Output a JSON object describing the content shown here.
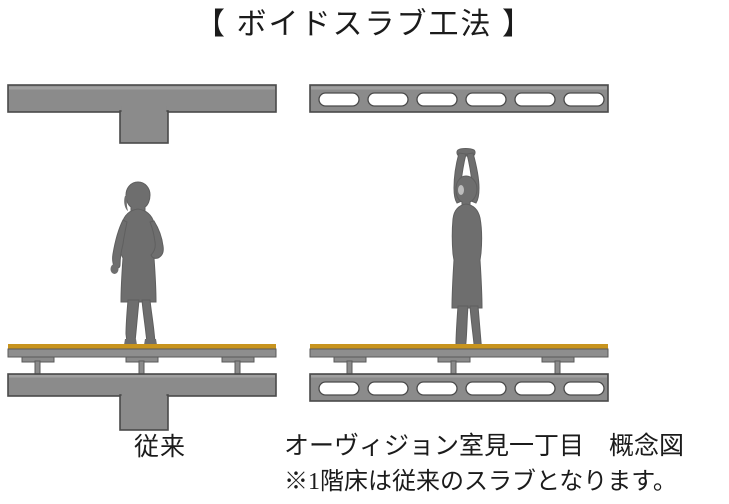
{
  "page": {
    "title": "【 ボイドスラブ工法 】",
    "background_color": "#ffffff",
    "text_color": "#1b1b1b"
  },
  "colors": {
    "concrete_fill": "#8b8b8b",
    "concrete_stroke": "#4a4a4a",
    "void_fill": "#ffffff",
    "flooring_orange": "#c8941e",
    "flooring_board": "#8e8e8e",
    "pedestal": "#8b8b8b",
    "figure_fill": "#6e6e6e",
    "figure_stroke": "#5a5a5a"
  },
  "left_panel": {
    "label": "従来",
    "top_structure_name": "inverted-t-beam-slab",
    "bottom_structure_name": "inverted-t-beam-slab-with-raised-floor",
    "figure_name": "woman-standing-silhouette",
    "void_count": 0
  },
  "right_panel": {
    "caption_line1": "オーヴィジョン室見一丁目　概念図",
    "caption_line2": "※1階床は従来のスラブとなります。",
    "top_structure_name": "void-slab",
    "bottom_structure_name": "void-slab-with-raised-floor",
    "figure_name": "woman-arms-raised-silhouette",
    "void_count": 6
  },
  "floor_layers": {
    "finish_label": "flooring-finish-layer",
    "board_label": "floor-board-layer",
    "pedestal_label": "floor-support-pedestal",
    "pedestal_count_left": 3,
    "pedestal_count_right": 3
  }
}
